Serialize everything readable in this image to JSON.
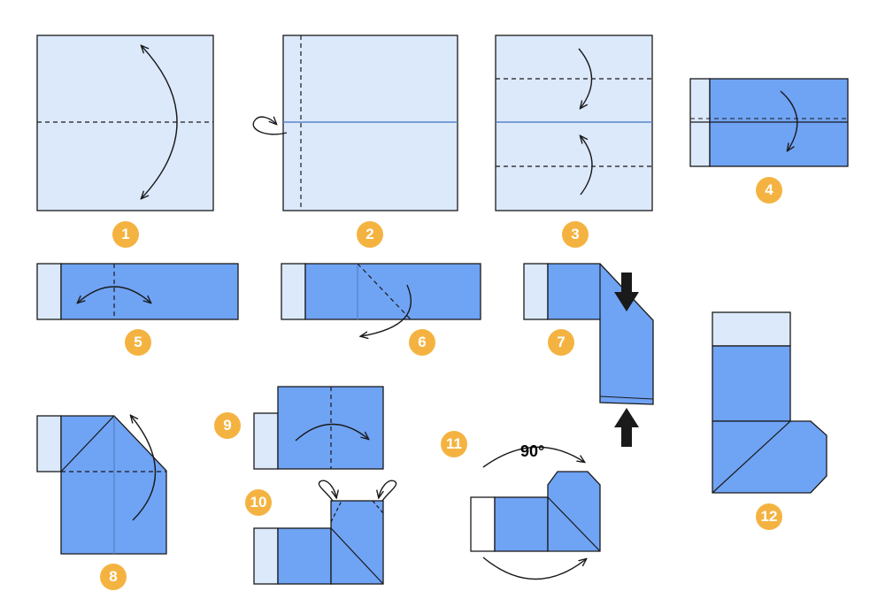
{
  "colors": {
    "paper_light": "#dbe9fb",
    "paper_blue": "#6fa3f4",
    "paper_white": "#ffffff",
    "crease_line": "#5b86c9",
    "outline": "#1a1a1a",
    "badge": "#f4b341"
  },
  "steps": [
    {
      "number": "1"
    },
    {
      "number": "2"
    },
    {
      "number": "3"
    },
    {
      "number": "4"
    },
    {
      "number": "5"
    },
    {
      "number": "6"
    },
    {
      "number": "7"
    },
    {
      "number": "8"
    },
    {
      "number": "9"
    },
    {
      "number": "10"
    },
    {
      "number": "11"
    },
    {
      "number": "12"
    }
  ],
  "annotations": {
    "rotation_label": "90°"
  }
}
